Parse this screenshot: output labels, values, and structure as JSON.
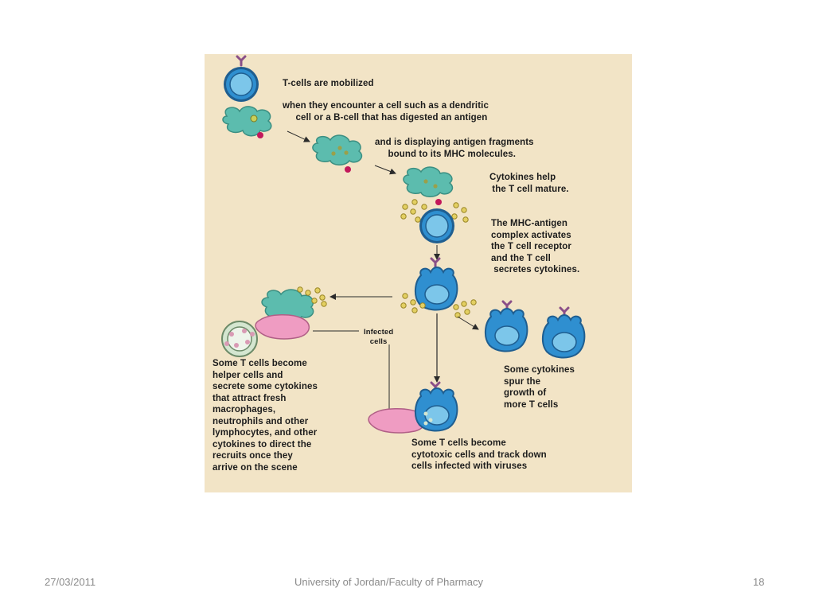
{
  "labels": {
    "mobilized": "T-cells are mobilized",
    "encounter": "when they encounter a cell such as a dendritic\n     cell or a B-cell that has digested an antigen",
    "displaying": "and is displaying antigen fragments\n     bound to its MHC molecules.",
    "cytokines_help": "Cytokines help\n the T cell mature.",
    "mhc_complex": "The MHC-antigen\ncomplex activates\nthe T cell receptor\nand the T cell\n secretes cytokines.",
    "infected_cells": "Infected\ncells",
    "helper_pre": "Some T cells become\n",
    "helper_bold": "helper",
    "helper_post": " cells and\nsecrete some cytokines\nthat attract fresh\nmacrophages,\nneutrophils and other\nlymphocytes, and other\ncytokines to direct the\nrecruits once they\narrive on the scene",
    "spur": "Some cytokines\nspur the\ngrowth of\nmore T cells",
    "cytotoxic_pre": "Some T cells become\n",
    "cytotoxic_bold": "cytotoxic",
    "cytotoxic_post": " cells and track down\ncells infected with viruses"
  },
  "footer": {
    "date": "27/03/2011",
    "institution": "University of Jordan/Faculty of Pharmacy",
    "page_number": "18"
  },
  "colors": {
    "background": "#f2e4c6",
    "t_cell_blue": "#2f8fd0",
    "t_cell_dark": "#1f5e90",
    "apc_teal": "#5cbcae",
    "infected_pink": "#ef9cc2",
    "cytokine_yellow": "#e3cf62",
    "receptor_purple": "#8a4f88"
  },
  "icons": [
    "t-cell-icon",
    "dendritic-cell-icon",
    "receptor-icon",
    "cytokine-icon",
    "infected-cell-icon",
    "macrophage-icon"
  ]
}
